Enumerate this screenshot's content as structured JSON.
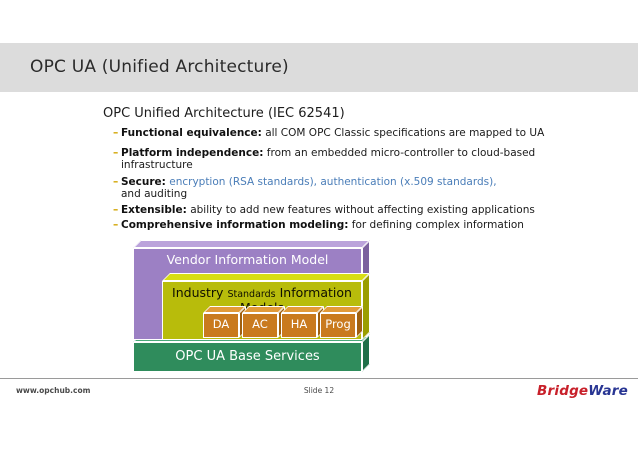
{
  "title": "OPC UA (Unified Architecture)",
  "subtitle": "OPC Unified Architecture (IEC 62541)",
  "bullets": {
    "dash": "–",
    "b1": {
      "bold": "Functional equivalence:",
      "text": "all COM OPC Classic specifications are mapped to UA"
    },
    "b2": {
      "bold": "Platform independence:",
      "text": "from an embedded micro-controller to cloud-based",
      "line2": "infrastructure"
    },
    "b3": {
      "bold": "Secure:",
      "blue": "encryption (RSA standards), authentication (x.509 standards),",
      "line2": "and auditing"
    },
    "b4": {
      "bold": "Extensible:",
      "text": "ability to add new features without affecting existing applications"
    },
    "b5": {
      "bold": "Comprehensive information modeling:",
      "text": "for defining complex information"
    }
  },
  "diagram": {
    "vendor_label": "Vendor Information Model",
    "industry": {
      "part1": "Industry",
      "part2": "Standards",
      "part3": "Information Models"
    },
    "services": [
      "DA",
      "AC",
      "HA",
      "Prog"
    ],
    "base_label": "OPC UA Base Services",
    "colors": {
      "purple_front": "#9c80c4",
      "purple_top": "#bba3db",
      "purple_side": "#7b619e",
      "yellow_front": "#b8bc0b",
      "yellow_top": "#d8de14",
      "yellow_side": "#9a9e00",
      "orange_front": "#c97a1e",
      "orange_top": "#e29a39",
      "orange_side": "#a0600f",
      "green_front": "#2f8c5c",
      "green_top": "#49a878",
      "green_side": "#1f6f48"
    }
  },
  "footer": {
    "left": "www.opchub.com",
    "center": "Slide 12",
    "logo_part1": "Bridge",
    "logo_part2": "Ware",
    "logo_color1": "#c8202a",
    "logo_color2": "#283593"
  },
  "colors": {
    "title_band": "#dcdcdc",
    "bullet_dash": "#d2a400",
    "secure_blue": "#4a7db8"
  }
}
